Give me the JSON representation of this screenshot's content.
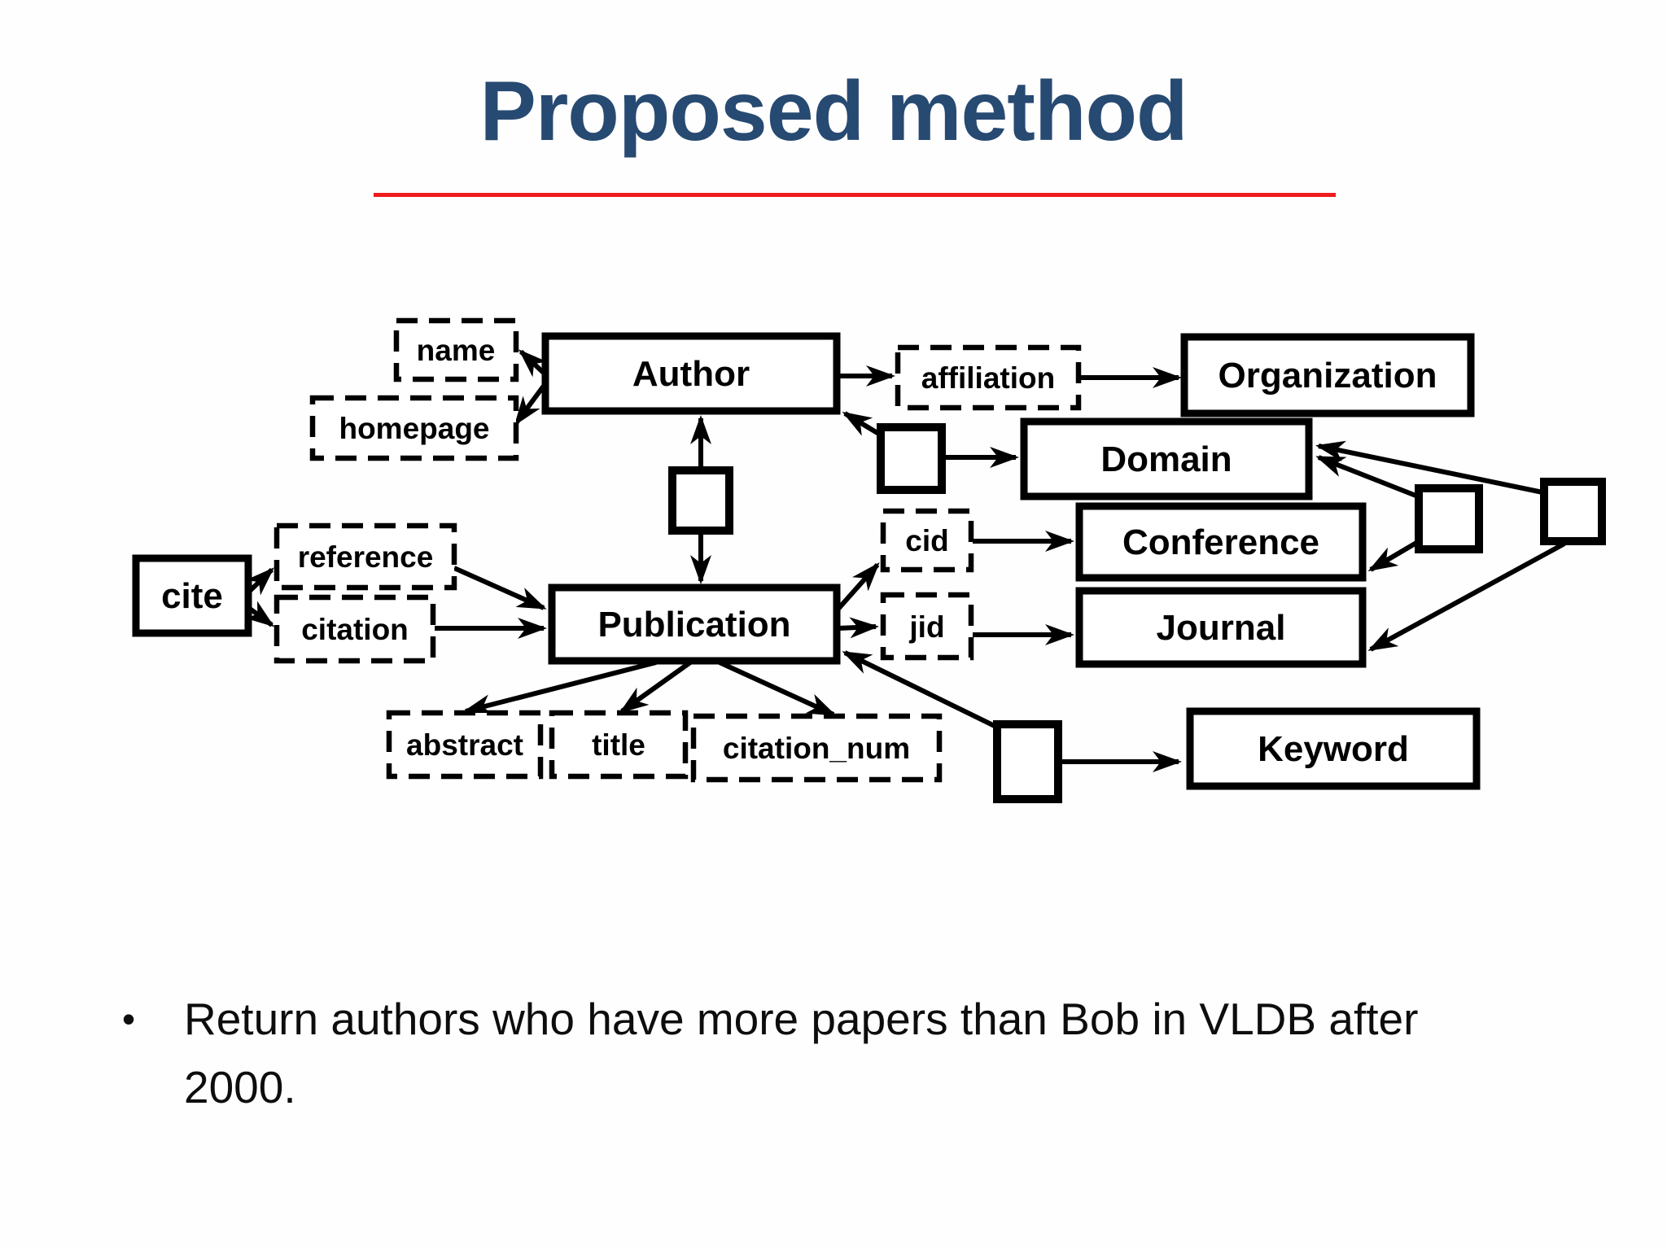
{
  "slide": {
    "title": "Proposed method",
    "bullet": {
      "marker": "•",
      "line1": "Return authors who have more papers than Bob in VLDB after",
      "line2": "2000."
    }
  },
  "colors": {
    "title_text": "#274a72",
    "title_underline": "#ee1c1c",
    "diagram_ink": "#000000",
    "box_fill": "#ffffff",
    "background": "#fffefe",
    "body_text": "#0d0d0d"
  },
  "diagram": {
    "nodes": {
      "author": {
        "label": "Author",
        "type": "entity"
      },
      "publication": {
        "label": "Publication",
        "type": "entity"
      },
      "organization": {
        "label": "Organization",
        "type": "entity"
      },
      "domain": {
        "label": "Domain",
        "type": "entity"
      },
      "conference": {
        "label": "Conference",
        "type": "entity"
      },
      "journal": {
        "label": "Journal",
        "type": "entity"
      },
      "keyword": {
        "label": "Keyword",
        "type": "entity"
      },
      "cite": {
        "label": "cite",
        "type": "entity"
      },
      "name": {
        "label": "name",
        "type": "attribute"
      },
      "homepage": {
        "label": "homepage",
        "type": "attribute"
      },
      "affiliation": {
        "label": "affiliation",
        "type": "attribute"
      },
      "reference": {
        "label": "reference",
        "type": "attribute"
      },
      "citation": {
        "label": "citation",
        "type": "attribute"
      },
      "cid": {
        "label": "cid",
        "type": "attribute"
      },
      "jid": {
        "label": "jid",
        "type": "attribute"
      },
      "abstract": {
        "label": "abstract",
        "type": "attribute"
      },
      "title": {
        "label": "title",
        "type": "attribute"
      },
      "citation_num": {
        "label": "citation_num",
        "type": "attribute"
      }
    },
    "connector_squares": [
      "author-publication-square",
      "author-domain-square",
      "domain-conference-square",
      "domain-journal-square",
      "publication-keyword-square"
    ],
    "edges": [
      {
        "from": "author",
        "to": "name"
      },
      {
        "from": "author",
        "to": "homepage"
      },
      {
        "from": "author",
        "to": "affiliation"
      },
      {
        "from": "affiliation",
        "to": "organization"
      },
      {
        "from": "author-publication-square",
        "to": "author"
      },
      {
        "from": "author-publication-square",
        "to": "publication"
      },
      {
        "from": "author-domain-square",
        "to": "author"
      },
      {
        "from": "author-domain-square",
        "to": "domain"
      },
      {
        "from": "cite",
        "to": "reference"
      },
      {
        "from": "cite",
        "to": "citation"
      },
      {
        "from": "reference",
        "to": "publication"
      },
      {
        "from": "citation",
        "to": "publication"
      },
      {
        "from": "publication",
        "to": "cid"
      },
      {
        "from": "cid",
        "to": "conference"
      },
      {
        "from": "publication",
        "to": "jid"
      },
      {
        "from": "jid",
        "to": "journal"
      },
      {
        "from": "publication",
        "to": "abstract"
      },
      {
        "from": "publication",
        "to": "title"
      },
      {
        "from": "publication",
        "to": "citation_num"
      },
      {
        "from": "publication-keyword-square",
        "to": "publication"
      },
      {
        "from": "publication-keyword-square",
        "to": "keyword"
      },
      {
        "from": "domain-conference-square",
        "to": "domain"
      },
      {
        "from": "domain-conference-square",
        "to": "conference"
      },
      {
        "from": "domain-journal-square",
        "to": "domain"
      },
      {
        "from": "domain-journal-square",
        "to": "journal"
      }
    ]
  }
}
